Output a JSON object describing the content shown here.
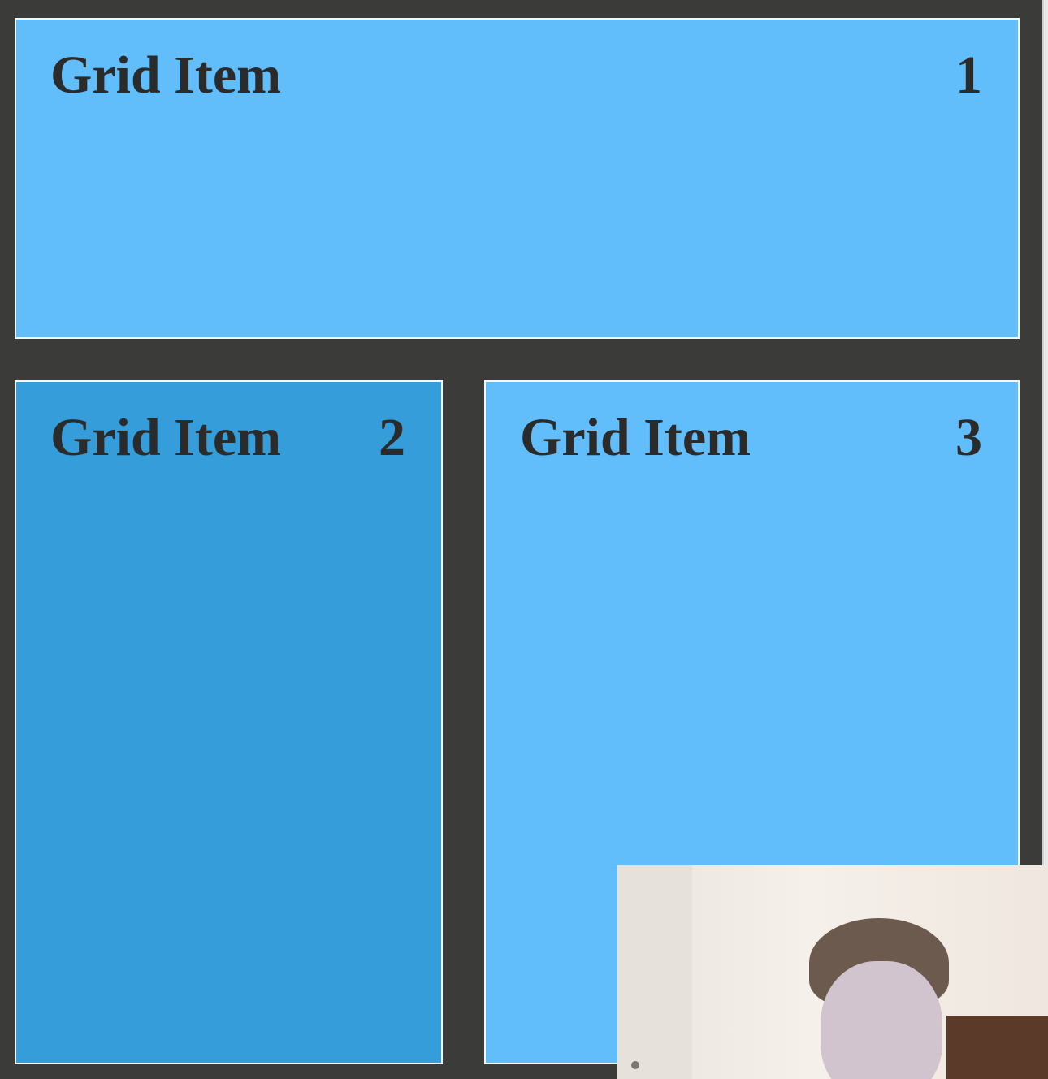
{
  "grid": {
    "items": [
      {
        "label": "Grid Item",
        "number": "1",
        "color": "#61befb"
      },
      {
        "label": "Grid Item",
        "number": "2",
        "color": "#359dd9"
      },
      {
        "label": "Grid Item",
        "number": "3",
        "color": "#61befb"
      }
    ]
  },
  "colors": {
    "background": "#3b3b39",
    "border": "#f4f8fb",
    "text": "#2b2b2b"
  }
}
